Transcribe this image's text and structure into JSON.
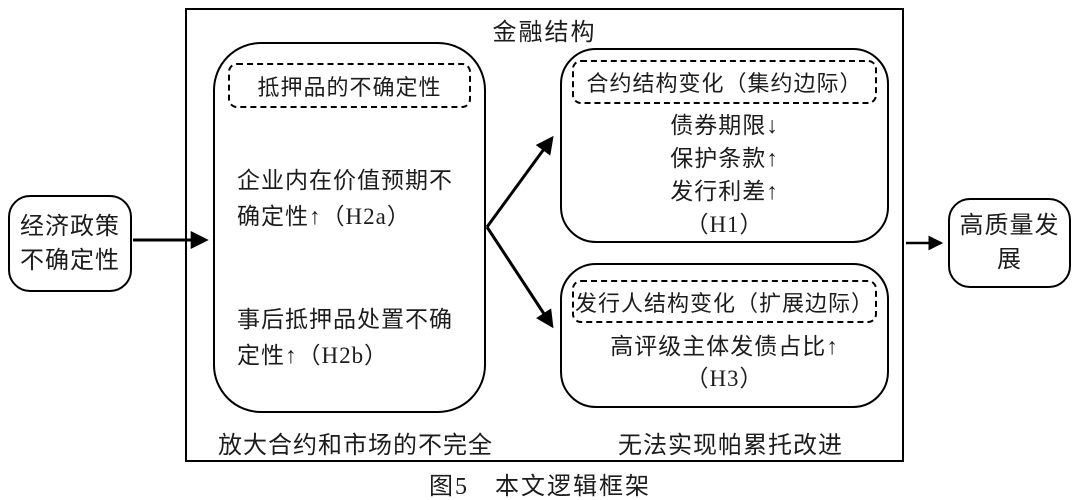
{
  "figure": {
    "caption": "图5　本文逻辑框架"
  },
  "frame": {
    "title": "金融结构",
    "bottom_left_label": "放大合约和市场的不完全",
    "bottom_right_label": "无法实现帕累托改进"
  },
  "left_node": {
    "line1": "经济政策",
    "line2": "不确定性"
  },
  "right_node": {
    "label": "高质量发展"
  },
  "collateral_box": {
    "header": "抵押品的不确定性",
    "h2a_line1": "企业内在价值预期不",
    "h2a_line2": "确定性↑（H2a）",
    "h2b_line1": "事后抵押品处置不确",
    "h2b_line2": "定性↑（H2b）"
  },
  "contract_box": {
    "header": "合约结构变化（集约边际）",
    "lines": [
      "债券期限↓",
      "保护条款↑",
      "发行利差↑",
      "（H1）"
    ]
  },
  "issuer_box": {
    "header": "发行人结构变化（扩展边际）",
    "line1": "高评级主体发债占比↑",
    "line2": "（H3）"
  },
  "colors": {
    "line": "#000000",
    "text": "#1c1c1c",
    "background": "#ffffff"
  }
}
